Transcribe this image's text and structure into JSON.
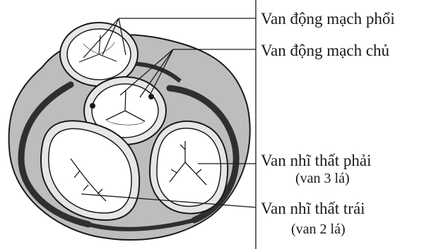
{
  "labels": {
    "pulmonary_valve": "Van động mạch phổi",
    "aortic_valve": "Van động mạch chủ",
    "tricuspid_valve": "Van nhĩ thất phải",
    "tricuspid_valve_note": "(van 3 lá)",
    "mitral_valve": "Van nhĩ thất trái",
    "mitral_valve_note": "(van 2 lá)"
  },
  "colors": {
    "ink": "#1a1a1a",
    "outer_tissue": "#bdbdbd",
    "muscle_band": "#2f2f2f",
    "valve_fill": "#ffffff",
    "annulus": "#e6e6e6"
  }
}
